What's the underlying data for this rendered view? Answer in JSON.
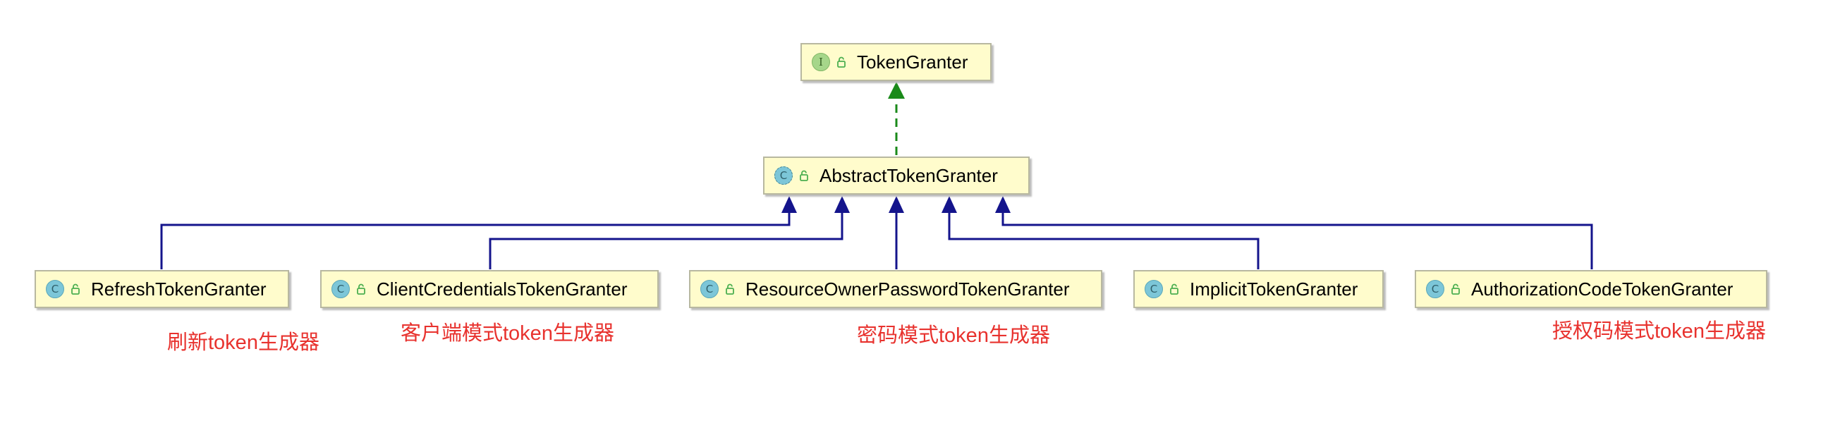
{
  "nodes": {
    "token_granter": {
      "name": "TokenGranter",
      "kind_letter": "I"
    },
    "abstract_token_granter": {
      "name": "AbstractTokenGranter",
      "kind_letter": "C"
    },
    "refresh": {
      "name": "RefreshTokenGranter",
      "kind_letter": "C"
    },
    "client_credentials": {
      "name": "ClientCredentialsTokenGranter",
      "kind_letter": "C"
    },
    "resource_owner_password": {
      "name": "ResourceOwnerPasswordTokenGranter",
      "kind_letter": "C"
    },
    "implicit": {
      "name": "ImplicitTokenGranter",
      "kind_letter": "C"
    },
    "authorization_code": {
      "name": "AuthorizationCodeTokenGranter",
      "kind_letter": "C"
    }
  },
  "annotations": {
    "refresh": "刷新token生成器",
    "client_credentials": "客户端模式token生成器",
    "resource_owner_password": "密码模式token生成器",
    "authorization_code": "授权码模式token生成器"
  },
  "colors": {
    "implements_edge": "#1a8a1a",
    "extends_edge": "#14148c",
    "annotation": "#e8322e",
    "node_fill": "#fffccc"
  }
}
